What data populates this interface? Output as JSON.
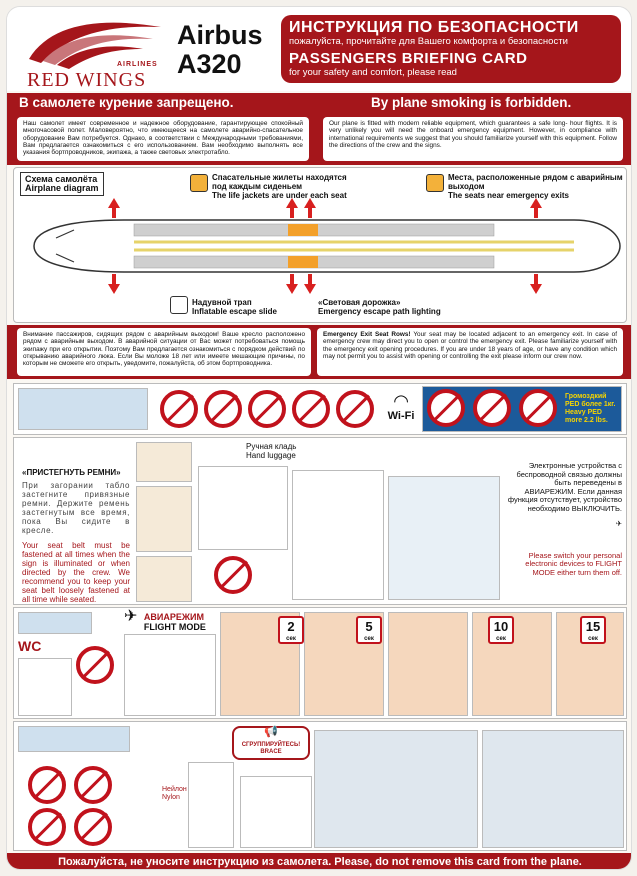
{
  "brand": {
    "name": "RED WINGS",
    "sub": "AIRLINES",
    "color": "#a5161b"
  },
  "aircraft": {
    "make": "Airbus",
    "model": "A320"
  },
  "title_ru": "ИНСТРУКЦИЯ ПО БЕЗОПАСНОСТИ",
  "subtitle_ru": "пожалуйста, прочитайте для Вашего комфорта и безопасности",
  "title_en": "PASSENGERS BRIEFING CARD",
  "subtitle_en": "for your safety and comfort, please read",
  "smoking_ru": "В самолете курение запрещено.",
  "smoking_en": "By plane smoking is forbidden.",
  "intro_ru": "Наш самолет имеет современное и надежное оборудование, гарантирующее спокойный многочасовой полет. Маловероятно, что имеющееся на самолете аварийно-спасательное оборудование Вам потребуется. Однако, в соответствии с Международными требованиями, Вам предлагается ознакомиться с его использованием. Вам необходимо выполнять все указания бортпроводников, экипажа, а также световых электротабло.",
  "intro_en": "Our plane is fitted with modern reliable equipment, which guarantees a safe long- hour flights. It is very unlikely you will need the onboard emergency equipment. However, in compliance with international requirements we suggest that you should familiarize yourself with this equipment. Follow the directions of the crew and the signs.",
  "diagram": {
    "title_ru": "Схема самолёта",
    "title_en": "Airplane diagram",
    "vests_ru": "Спасательные жилеты находятся под каждым сиденьем",
    "vests_en": "The life jackets are under each seat",
    "exitseats_ru": "Места, расположенные рядом с аварийным выходом",
    "exitseats_en": "The seats near emergency exits",
    "slide_ru": "Надувной трап",
    "slide_en": "Inflatable escape slide",
    "path_ru": "«Световая дорожка»",
    "path_en": "Emergency escape path lighting"
  },
  "exit_rows_ru": "Внимание пассажиров, сидящих рядом с аварийным выходом! Ваше кресло расположено рядом с аварийным выходом. В аварийной ситуации от Вас может потребоваться помощь экипажу при его открытии. Поэтому Вам предлагается ознакомиться с порядком действий по открыванию аварийного люка. Если Вы моложе 18 лет или имеете мешающие причины, по которым не сможете его открыть, уведомите, пожалуйста, об этом бортпроводника.",
  "exit_rows_title_en": "Emergency Exit Seat Rows!",
  "exit_rows_en": "Your seat may be located adjacent to an emergency exit. In case of emergency crew may direct you to open or control the emergency exit. Please familiarize yourself with the emergency exit opening procedures. If you are under 18 years of age, or have any condition which may not permit you to assist with opening or controlling the exit please inform our crew now.",
  "wifi": "Wi-Fi",
  "ped_note": "Громоздкий PED более 1кг. Heavy PED more 2.2 lbs.",
  "belt": {
    "title_ru": "«ПРИСТЕГНУТЬ РЕМНИ»",
    "text_ru": "При загорании табло застегните привязные ремни. Держите ремень застегнутым все время, пока Вы сидите в кресле.",
    "text_en": "Your seat belt must be fastened at all times when the sign is illuminated or when directed by the crew. We recommend you to keep your seat belt loosely fastened at all time while seated.",
    "luggage_ru": "Ручная кладь",
    "luggage_en": "Hand luggage",
    "electronics_ru": "Электронные устройства с беспроводной связью должны быть переведены в АВИАРЕЖИМ. Если данная функция отсутствует, устройство необходимо ВЫКЛЮЧИТЬ.",
    "electronics_en": "Please switch your personal electronic devices to FLIGHT MODE either turn them off."
  },
  "flight_mode_ru": "АВИАРЕЖИМ",
  "flight_mode_en": "FLIGHT MODE",
  "wc": "WC",
  "oxygen_timers": [
    {
      "n": "2",
      "u": "сек"
    },
    {
      "n": "5",
      "u": "сек"
    },
    {
      "n": "10",
      "u": "сек"
    },
    {
      "n": "15",
      "u": "сек"
    }
  ],
  "brace_ru": "СГРУППИРУЙТЕСЬ!",
  "brace_en": "BRACE",
  "nylon_ru": "Нейлон",
  "nylon_en": "Nylon",
  "footer": "Пожалуйста, не уносите инструкцию из самолета. Please, do not remove this card from the plane."
}
